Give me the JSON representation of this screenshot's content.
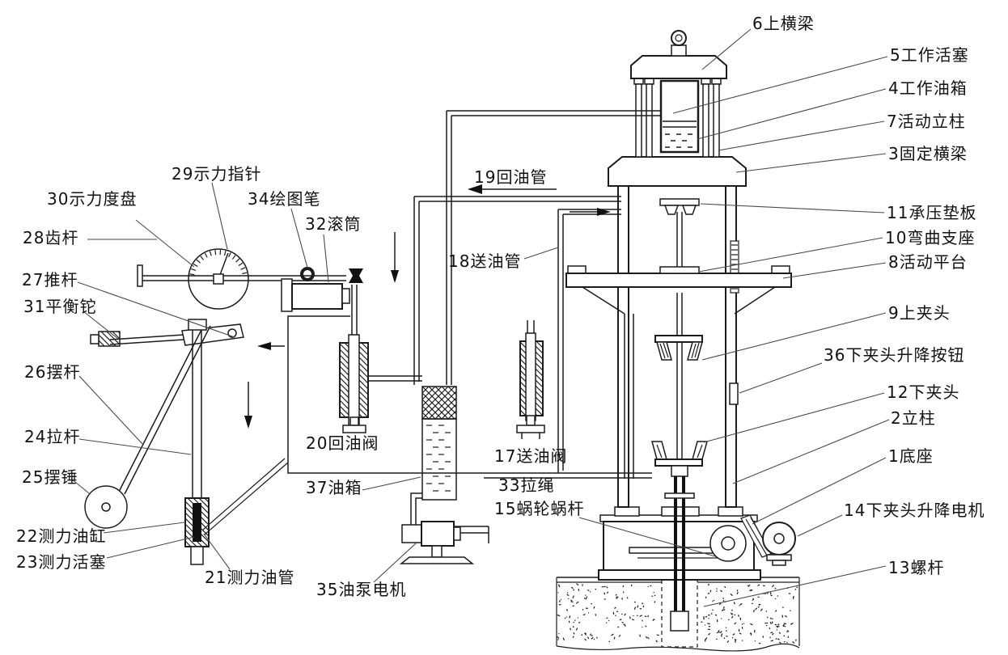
{
  "colors": {
    "background": "#ffffff",
    "line": "#1c1c1c",
    "label_text": "#111111"
  },
  "labels": {
    "p1": {
      "text": "1底座"
    },
    "p2": {
      "text": "2立柱"
    },
    "p3": {
      "text": "3固定横梁"
    },
    "p4": {
      "text": "4工作油箱"
    },
    "p5": {
      "text": "5工作活塞"
    },
    "p6": {
      "text": "6上横梁"
    },
    "p7": {
      "text": "7活动立柱"
    },
    "p8": {
      "text": "8活动平台"
    },
    "p9": {
      "text": "9上夹头"
    },
    "p10": {
      "text": "10弯曲支座"
    },
    "p11": {
      "text": "11承压垫板"
    },
    "p12": {
      "text": "12下夹头"
    },
    "p13": {
      "text": "13螺杆"
    },
    "p14": {
      "text": "14下夹头升降电机"
    },
    "p15": {
      "text": "15蜗轮蜗杆"
    },
    "p17": {
      "text": "17送油阀"
    },
    "p18": {
      "text": "18送油管"
    },
    "p19": {
      "text": "19回油管"
    },
    "p20": {
      "text": "20回油阀"
    },
    "p21": {
      "text": "21测力油管"
    },
    "p22": {
      "text": "22测力油缸"
    },
    "p23": {
      "text": "23测力活塞"
    },
    "p24": {
      "text": "24拉杆"
    },
    "p25": {
      "text": "25摆锤"
    },
    "p26": {
      "text": "26摆杆"
    },
    "p27": {
      "text": "27推杆"
    },
    "p28": {
      "text": "28齿杆"
    },
    "p29": {
      "text": "29示力指针"
    },
    "p30": {
      "text": "30示力度盘"
    },
    "p31": {
      "text": "31平衡铊"
    },
    "p32": {
      "text": "32滚筒"
    },
    "p33": {
      "text": "33拉绳"
    },
    "p34": {
      "text": "34绘图笔"
    },
    "p35": {
      "text": "35油泵电机"
    },
    "p36": {
      "text": "36下夹头升降按钮"
    },
    "p37": {
      "text": "37油箱"
    }
  }
}
